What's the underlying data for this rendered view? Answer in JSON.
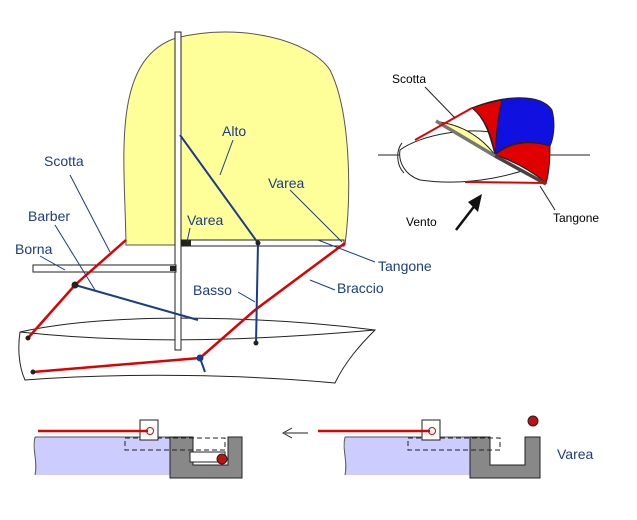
{
  "main_diagram": {
    "labels": {
      "scotta": "Scotta",
      "barber": "Barber",
      "borna": "Borna",
      "alto": "Alto",
      "varea_left": "Varea",
      "varea_right": "Varea",
      "basso": "Basso",
      "tangone": "Tangone",
      "braccio": "Braccio"
    }
  },
  "inset_diagram": {
    "labels": {
      "scotta": "Scotta",
      "tangone": "Tangone",
      "vento": "Vento"
    }
  },
  "detail_diagram": {
    "labels": {
      "varea": "Varea"
    }
  },
  "colors": {
    "sail_yellow": "#ffff99",
    "line_red": "#e00000",
    "line_blue": "#1a3c8c",
    "hull_lavender": "#ccccff",
    "fitting_gray": "#888888",
    "spinnaker_blue": "#1010e0"
  }
}
